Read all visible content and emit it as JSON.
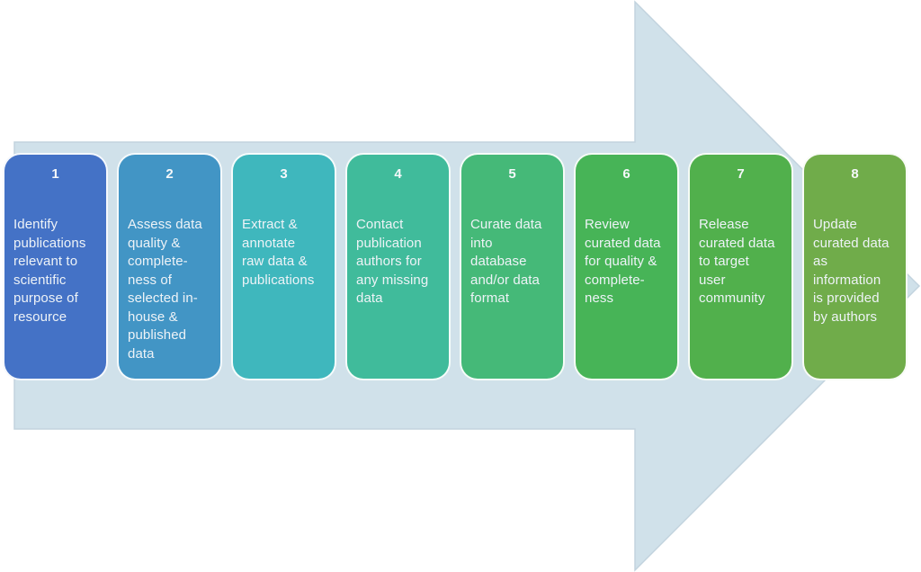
{
  "diagram": {
    "type": "process-flow",
    "arrow": {
      "fill": "#d0e1ea",
      "stroke": "#c2d3de",
      "direction": "right"
    },
    "text_color": "#eef3f7",
    "steps": [
      {
        "number": "1",
        "color": "#4472c6",
        "label": "Identify\npublications\nrelevant to\nscientific\npurpose of\nresource"
      },
      {
        "number": "2",
        "color": "#4295c5",
        "label": "Assess data\nquality &\ncomplete-\nness of\nselected in-\nhouse &\npublished\ndata"
      },
      {
        "number": "3",
        "color": "#3fb7bd",
        "label": "Extract &\nannotate\nraw data &\npublications"
      },
      {
        "number": "4",
        "color": "#40bb9b",
        "label": "Contact\npublication\nauthors for\nany missing\ndata"
      },
      {
        "number": "5",
        "color": "#45b978",
        "label": "Curate data\ninto\ndatabase\nand/or data\nformat"
      },
      {
        "number": "6",
        "color": "#47b457",
        "label": "Review\ncurated data\nfor quality &\ncomplete-\nness"
      },
      {
        "number": "7",
        "color": "#51b04c",
        "label": "Release\ncurated data\nto target\nuser\ncommunity"
      },
      {
        "number": "8",
        "color": "#70ac4a",
        "label": "Update\ncurated data\nas\ninformation\nis provided\nby authors"
      }
    ]
  }
}
